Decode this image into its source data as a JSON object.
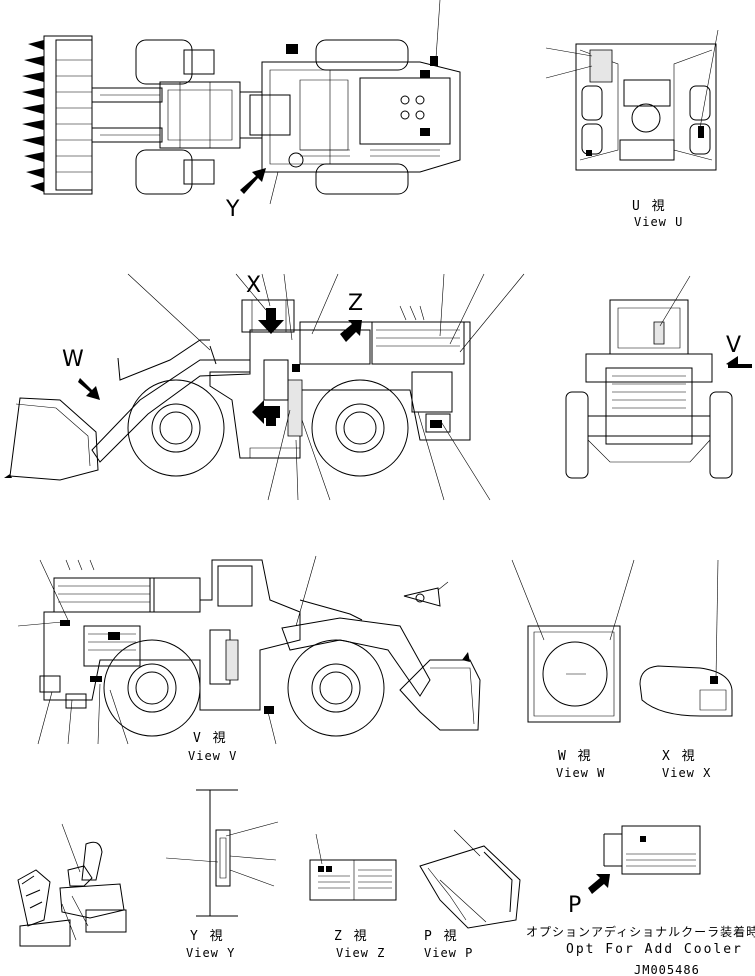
{
  "views": {
    "u": {
      "jp": "U 視",
      "en": "View U"
    },
    "v": {
      "jp": "V 視",
      "en": "View V"
    },
    "w": {
      "jp": "W 視",
      "en": "View W"
    },
    "x": {
      "jp": "X 視",
      "en": "View X"
    },
    "y": {
      "jp": "Y 視",
      "en": "View Y"
    },
    "z": {
      "jp": "Z 視",
      "en": "View Z"
    },
    "p": {
      "jp": "P 視",
      "en": "View P"
    }
  },
  "arrow_letters": {
    "y": "Y",
    "x": "X",
    "z": "Z",
    "w": "W",
    "v": "V",
    "p": "P"
  },
  "option_note": {
    "jp": "オプションアディショナルクーラ装着時",
    "en": "Opt For Add Cooler"
  },
  "drawing_number": "JM005486"
}
